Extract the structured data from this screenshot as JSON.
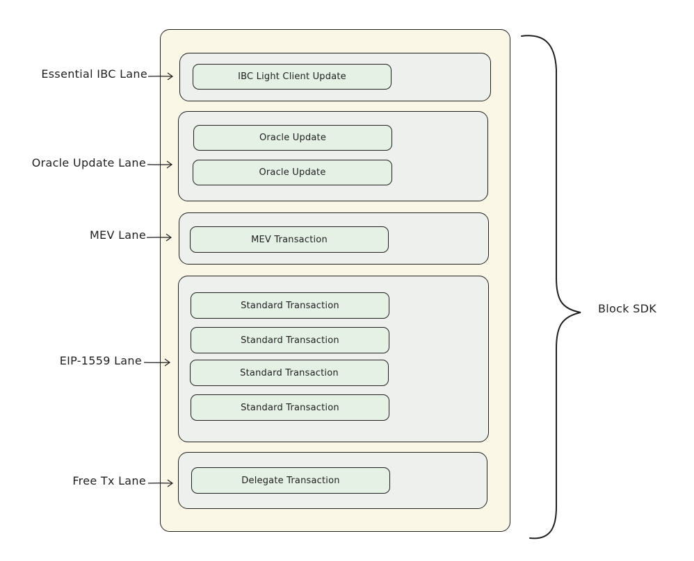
{
  "diagram": {
    "lanes": [
      {
        "label": "Essential IBC Lane",
        "transactions": [
          "IBC Light Client Update"
        ]
      },
      {
        "label": "Oracle Update Lane",
        "transactions": [
          "Oracle Update",
          "Oracle Update"
        ]
      },
      {
        "label": "MEV Lane",
        "transactions": [
          "MEV Transaction"
        ]
      },
      {
        "label": "EIP-1559 Lane",
        "transactions": [
          "Standard Transaction",
          "Standard Transaction",
          "Standard Transaction",
          "Standard Transaction"
        ]
      },
      {
        "label": "Free Tx Lane",
        "transactions": [
          "Delegate Transaction"
        ]
      }
    ],
    "brace_label": "Block SDK"
  }
}
